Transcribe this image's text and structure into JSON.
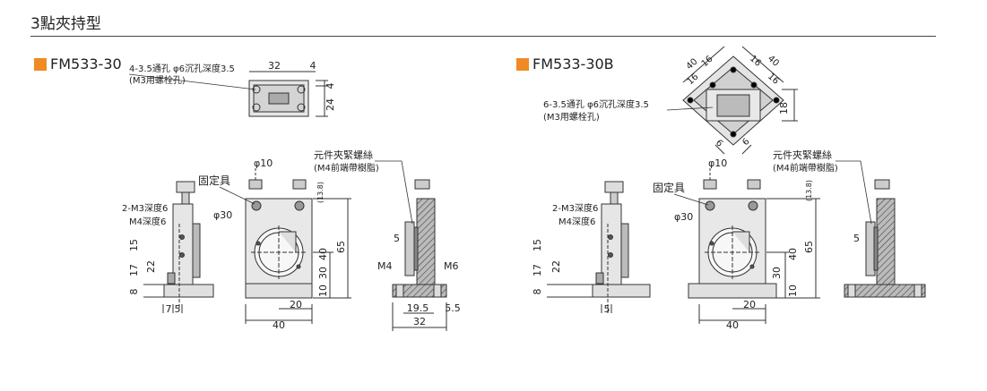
{
  "section_title": "3點夾持型",
  "accent_color": "#f08a24",
  "models": [
    {
      "name": "FM533-30",
      "callouts": {
        "mount_holes_1": "4-3.5通孔 φ6沉孔深度3.5",
        "mount_holes_2": "(M3用螺栓孔)",
        "clamp_screw_1": "元件夾緊螺絲",
        "clamp_screw_2": "(M4前端帶樹脂)",
        "fixture": "固定具",
        "tap_1": "2-M3深度6",
        "tap_2": "M4深度6",
        "bore": "φ30",
        "post_dia": "φ10",
        "m4": "M4",
        "m6": "M6"
      },
      "dims": {
        "top_w": "32",
        "top_e": "4",
        "top_h1": "4",
        "top_h2": "24",
        "h13": "(13.8)",
        "h65": "65",
        "h40": "40",
        "h30": "30",
        "h10": "10",
        "w20": "20",
        "w40": "40",
        "s15": "15",
        "s17": "17",
        "s22": "22",
        "s8": "8",
        "s7": "7",
        "s5": "5",
        "r5": "5",
        "r195": "19.5",
        "r55": "5.5",
        "r32": "32"
      }
    },
    {
      "name": "FM533-30B",
      "callouts": {
        "mount_holes_1": "6-3.5通孔 φ6沉孔深度3.5",
        "mount_holes_2": "(M3用螺栓孔)",
        "clamp_screw_1": "元件夾緊螺絲",
        "clamp_screw_2": "(M4前端帶樹脂)",
        "fixture": "固定具",
        "tap_1": "2-M3深度6",
        "tap_2": "M4深度6",
        "bore": "φ30",
        "post_dia": "φ10"
      },
      "dims": {
        "d40a": "40",
        "d16a": "16",
        "d16b": "16",
        "d40b": "40",
        "d16c": "16",
        "d16d": "16",
        "d18": "18",
        "d6a": "6",
        "d6b": "6",
        "h13": "(13.8)",
        "h65": "65",
        "h40": "40",
        "h30": "30",
        "h10": "10",
        "w20": "20",
        "w40": "40",
        "s15": "15",
        "s17": "17",
        "s22": "22",
        "s8": "8",
        "s5": "5",
        "r5": "5"
      }
    }
  ]
}
